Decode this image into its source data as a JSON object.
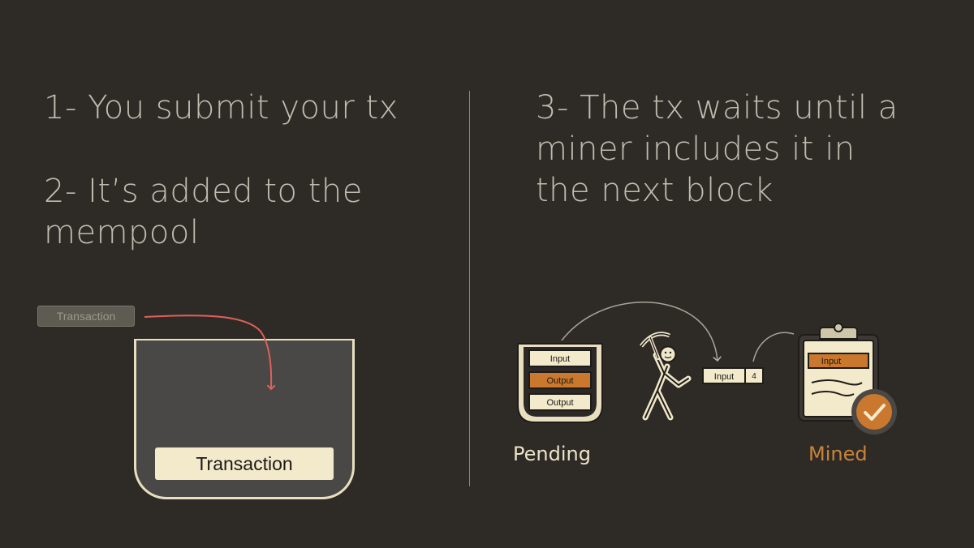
{
  "steps": {
    "step1": [
      "1- You submit your tx"
    ],
    "step2": [
      "2- It’s added to the",
      "mempool"
    ],
    "step3": [
      "3- The tx waits until a",
      "miner includes it in",
      "the next block"
    ]
  },
  "mempool": {
    "incoming_label": "Transaction",
    "stored_label": "Transaction"
  },
  "pending_block": {
    "rows": [
      "Input",
      "Output",
      "Output"
    ],
    "caption": "Pending"
  },
  "in_transit_chip": {
    "label": "Input",
    "badge": "4"
  },
  "mined_block": {
    "row": "Input",
    "caption": "Mined"
  },
  "colors": {
    "background": "#2e2b27",
    "text": "#c2bcaf",
    "cream": "#f3e9cb",
    "accent_orange": "#c98338",
    "arrow_red": "#e0605a",
    "check_circle": "#c9782e"
  },
  "icons": [
    "miner-figure-icon",
    "pickaxe-icon",
    "clipboard-icon",
    "checkmark-icon",
    "arrow-icon"
  ]
}
